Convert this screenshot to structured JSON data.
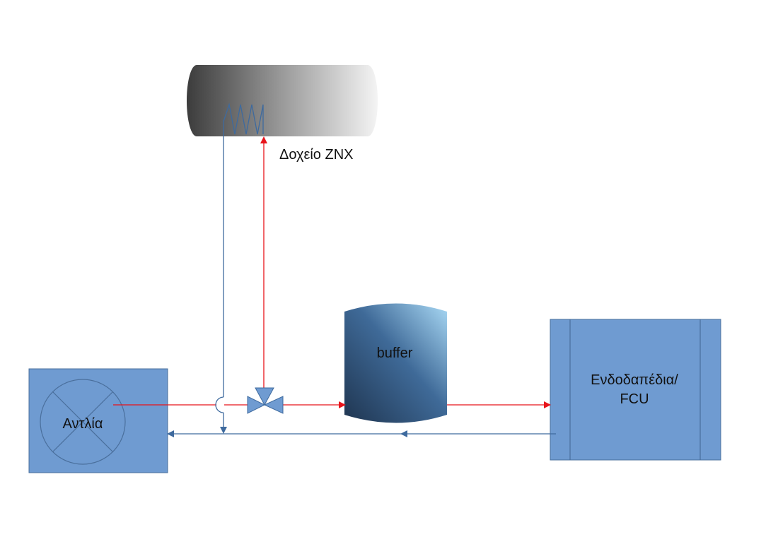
{
  "labels": {
    "pump": "Αντλία",
    "buffer": "buffer",
    "dhw_tank": "Δοχείο ΖΝΧ",
    "terminal_line1": "Ενδοδαπέδια/",
    "terminal_line2": "FCU"
  },
  "colors": {
    "supply_line": "#e8141b",
    "return_line": "#3e6a9e",
    "unit_fill": "#6f9bd1",
    "unit_stroke": "#4a6f9c"
  },
  "icons": {
    "pump_symbol": "circle-x-icon",
    "valve_symbol": "three-way-valve-icon",
    "coil_symbol": "heating-coil-icon"
  }
}
